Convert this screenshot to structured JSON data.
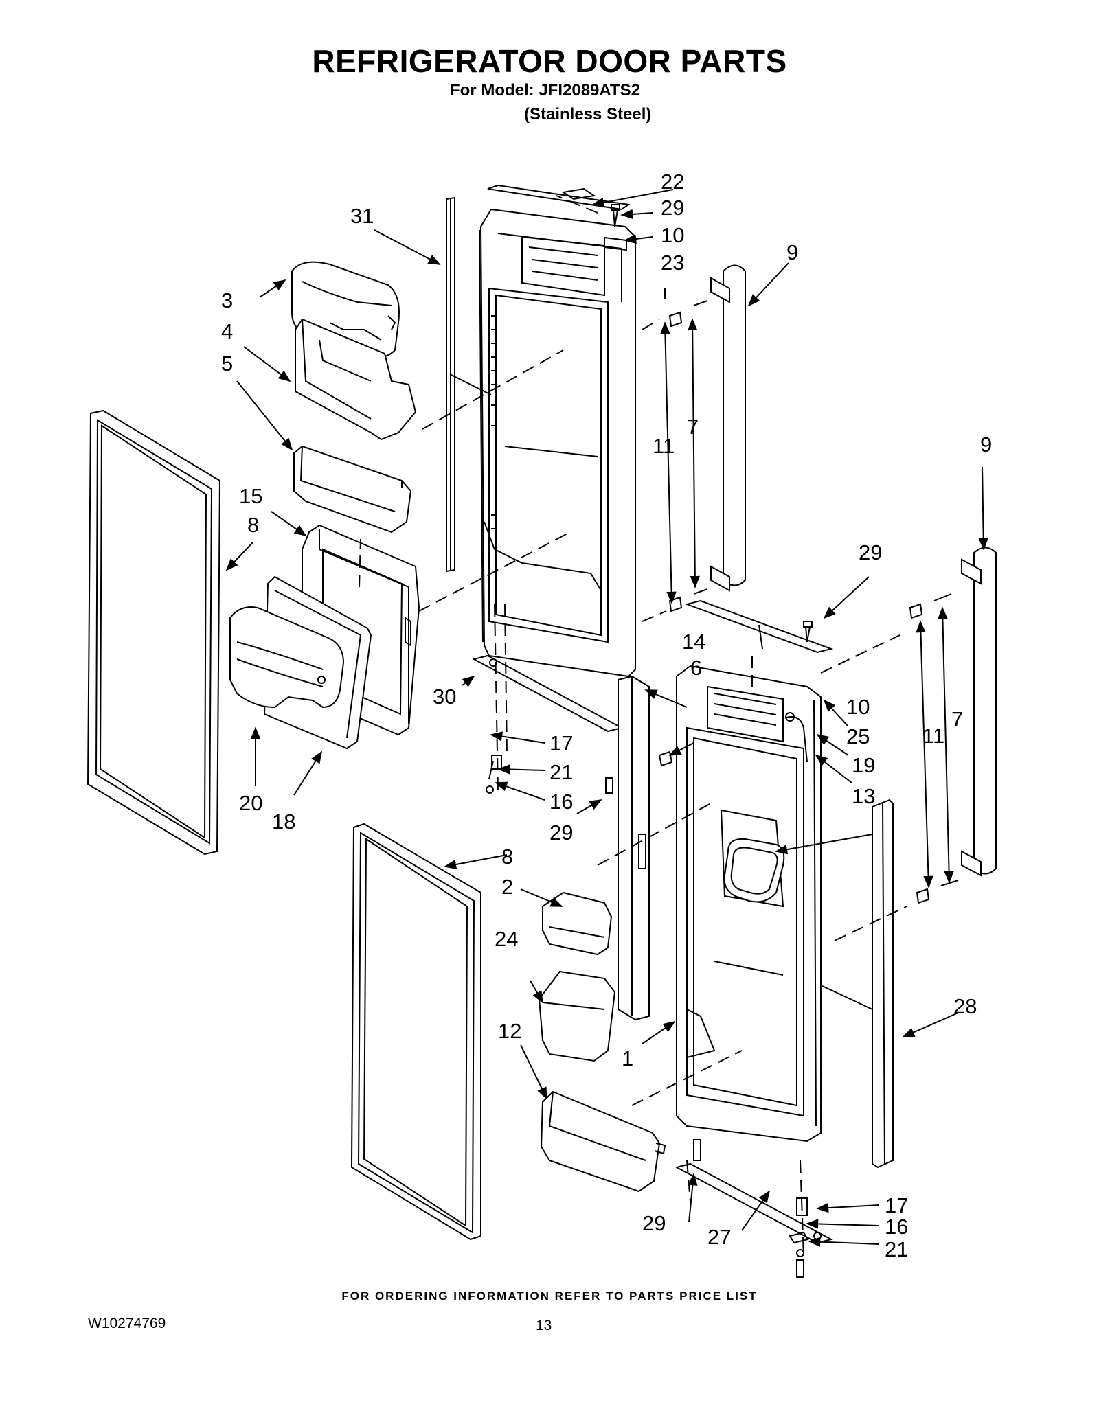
{
  "header": {
    "title": "REFRIGERATOR DOOR PARTS",
    "model_line": "For Model: JFI2089ATS2",
    "finish_line": "(Stainless Steel)"
  },
  "footer": {
    "ordering_note": "FOR ORDERING INFORMATION REFER TO PARTS PRICE LIST",
    "document_number": "W10274769",
    "page_number": "13"
  },
  "callouts": {
    "c22": "22",
    "c29a": "29",
    "c10a": "10",
    "c23": "23",
    "c9a": "9",
    "c31": "31",
    "c3": "3",
    "c4": "4",
    "c5": "5",
    "c11a": "11",
    "c7a": "7",
    "c9b": "9",
    "c15": "15",
    "c8a": "8",
    "c29b": "29",
    "c14": "14",
    "c6": "6",
    "c10b": "10",
    "c25": "25",
    "c11b": "11",
    "c7b": "7",
    "c30": "30",
    "c17a": "17",
    "c21a": "21",
    "c19": "19",
    "c16a": "16",
    "c13": "13",
    "c20": "20",
    "c18": "18",
    "c29c": "29",
    "c8b": "8",
    "c2": "2",
    "c24": "24",
    "c28": "28",
    "c12": "12",
    "c1": "1",
    "c29d": "29",
    "c27": "27",
    "c17b": "17",
    "c16b": "16",
    "c21b": "21"
  }
}
